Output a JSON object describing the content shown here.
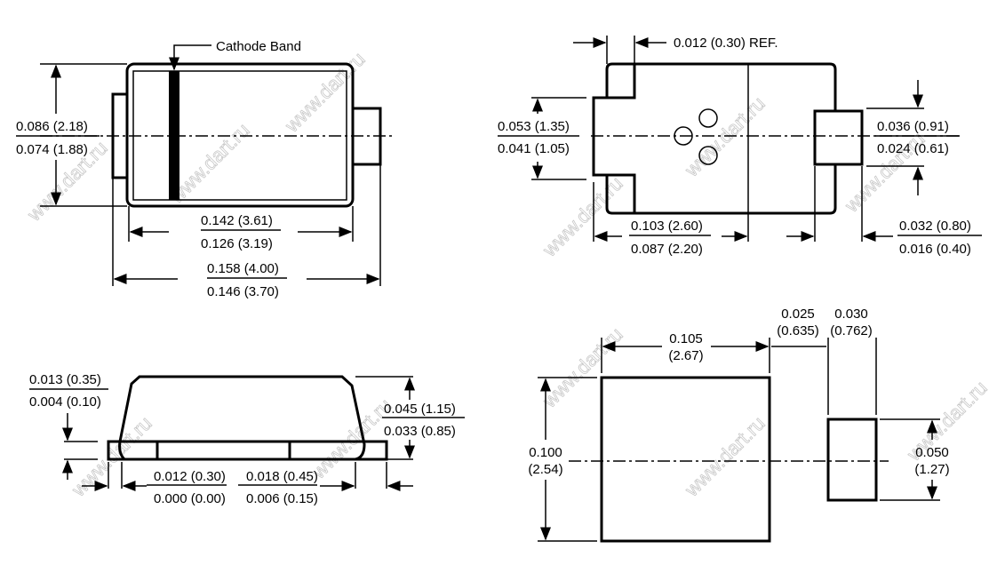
{
  "watermark": "www.dart.ru",
  "top_view": {
    "cathode_label": "Cathode Band",
    "height_max": "0.086 (2.18)",
    "height_min": "0.074 (1.88)",
    "body_len_max": "0.142 (3.61)",
    "body_len_min": "0.126 (3.19)",
    "total_len_max": "0.158 (4.00)",
    "total_len_min": "0.146 (3.70)"
  },
  "bottom_view": {
    "ref_label": "0.012 (0.30) REF.",
    "notch_max": "0.053 (1.35)",
    "notch_min": "0.041 (1.05)",
    "lead_w_max": "0.036 (0.91)",
    "lead_w_min": "0.024 (0.61)",
    "pad_len_max": "0.103 (2.60)",
    "pad_len_min": "0.087 (2.20)",
    "lead_len_max": "0.032 (0.80)",
    "lead_len_min": "0.016 (0.40)"
  },
  "side_view": {
    "lead_t_max": "0.013 (0.35)",
    "lead_t_min": "0.004 (0.10)",
    "height_max": "0.045 (1.15)",
    "height_min": "0.033 (0.85)",
    "standoff_max": "0.012 (0.30)",
    "standoff_min": "0.000 (0.00)",
    "overhang_max": "0.018 (0.45)",
    "overhang_min": "0.006 (0.15)"
  },
  "footprint": {
    "pad_w_in": "0.105",
    "pad_w_mm": "(2.67)",
    "gap_in": "0.025",
    "gap_mm": "(0.635)",
    "small_w_in": "0.030",
    "small_w_mm": "(0.762)",
    "pad_h_in": "0.100",
    "pad_h_mm": "(2.54)",
    "small_h_in": "0.050",
    "small_h_mm": "(1.27)"
  }
}
